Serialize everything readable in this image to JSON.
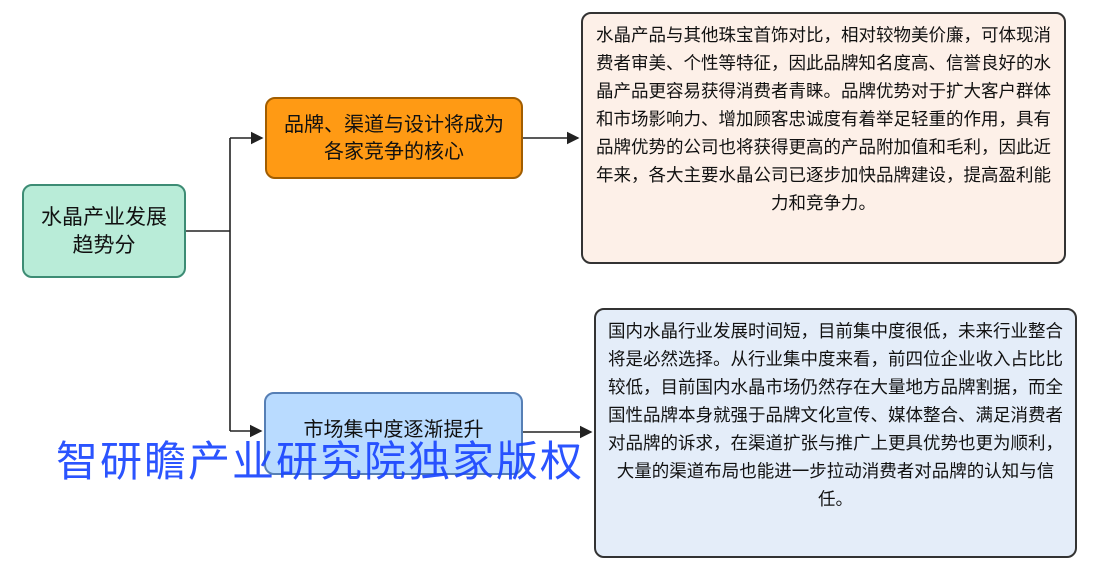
{
  "root": {
    "label": "水晶产业发展趋势分"
  },
  "branches": [
    {
      "label": "品牌、渠道与设计将成为各家竞争的核心",
      "description": "水晶产品与其他珠宝首饰对比，相对较物美价廉，可体现消费者审美、个性等特征，因此品牌知名度高、信誉良好的水晶产品更容易获得消费者青睐。品牌优势对于扩大客户群体和市场影响力、增加顾客忠诚度有着举足轻重的作用，具有品牌优势的公司也将获得更高的产品附加值和毛利，因此近年来，各大主要水晶公司已逐步加快品牌建设，提高盈利能力和竞争力。"
    },
    {
      "label": "市场集中度逐渐提升",
      "description": "国内水晶行业发展时间短，目前集中度很低，未来行业整合将是必然选择。从行业集中度来看，前四位企业收入占比比较低，目前国内水晶市场仍然存在大量地方品牌割据，而全国性品牌本身就强于品牌文化宣传、媒体整合、满足消费者对品牌的诉求，在渠道扩张与推广上更具优势也更为顺利，大量的渠道布局也能进一步拉动消费者对品牌的认知与信任。"
    }
  ],
  "watermark": "智研瞻产业研究院独家版权",
  "colors": {
    "root_fill": "#b9ecd8",
    "branch1_fill": "#ff9a14",
    "branch2_fill": "#b9dbff",
    "desc1_fill": "#fdf0e8",
    "desc2_fill": "#e4edf9",
    "watermark": "#1a46ff"
  }
}
